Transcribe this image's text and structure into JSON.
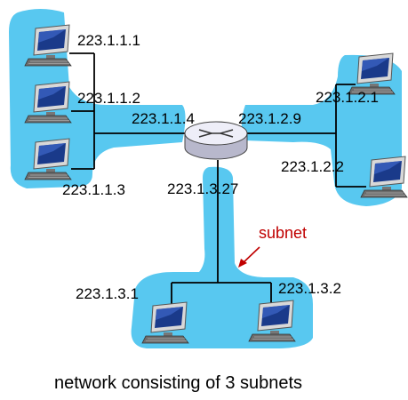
{
  "diagram": {
    "caption": "network consisting of 3 subnets",
    "callout": "subnet",
    "router": {
      "interfaces": [
        "223.1.1.4",
        "223.1.2.9",
        "223.1.3.27"
      ]
    },
    "subnets": [
      {
        "hosts": [
          "223.1.1.1",
          "223.1.1.2",
          "223.1.1.3"
        ]
      },
      {
        "hosts": [
          "223.1.2.1",
          "223.1.2.2"
        ]
      },
      {
        "hosts": [
          "223.1.3.1",
          "223.1.3.2"
        ]
      }
    ],
    "colors": {
      "subnet_fill": "#58c8f0",
      "callout": "#c00000",
      "line": "#000000"
    }
  }
}
